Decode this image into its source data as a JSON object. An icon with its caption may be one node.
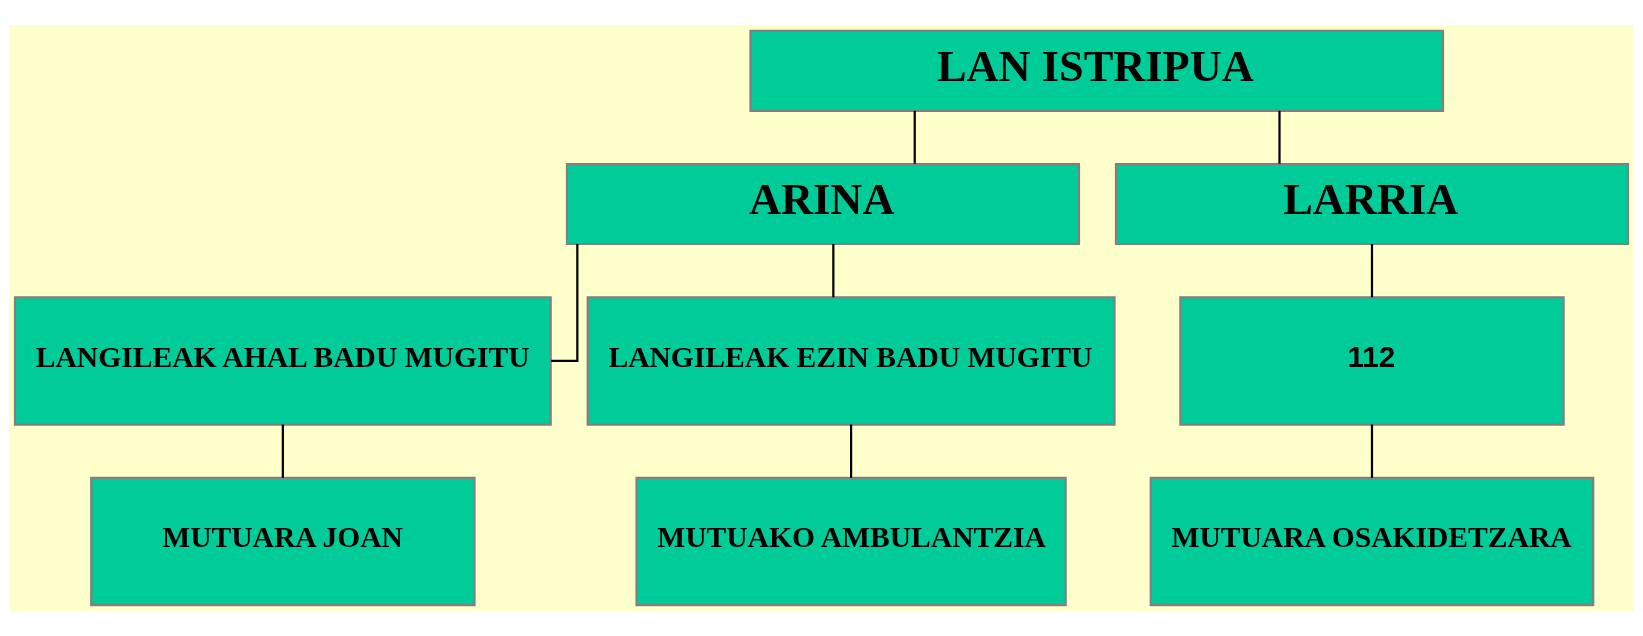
{
  "diagram": {
    "nodes": [
      {
        "text": [
          "LAN ISTRIPUA"
        ]
      },
      {
        "text": [
          "ARINA"
        ]
      },
      {
        "text": [
          "LARRIA"
        ]
      },
      {
        "text": [
          "LANGILEAK AHAL BADU MUGITU"
        ]
      },
      {
        "text": [
          "LANGILEAK EZIN BADU MUGITU"
        ]
      },
      {
        "text": [
          "112"
        ]
      },
      {
        "text": [
          "MUTUARA JOAN"
        ]
      },
      {
        "text": [
          "MUTUAKO AMBULANTZIA"
        ]
      },
      {
        "text": [
          "MUTUARA OSAKIDETZARA"
        ]
      }
    ],
    "edges": [
      {
        "from": 0,
        "to": 1,
        "arrow": "none"
      },
      {
        "from": 0,
        "to": 2,
        "arrow": "none"
      },
      {
        "from": 1,
        "to": 3,
        "arrow": "none"
      },
      {
        "from": 1,
        "to": 4,
        "arrow": "none"
      },
      {
        "from": 2,
        "to": 5,
        "arrow": "none"
      },
      {
        "from": 3,
        "to": 6,
        "arrow": "none"
      },
      {
        "from": 4,
        "to": 7,
        "arrow": "none"
      },
      {
        "from": 5,
        "to": 8,
        "arrow": "none"
      }
    ]
  }
}
